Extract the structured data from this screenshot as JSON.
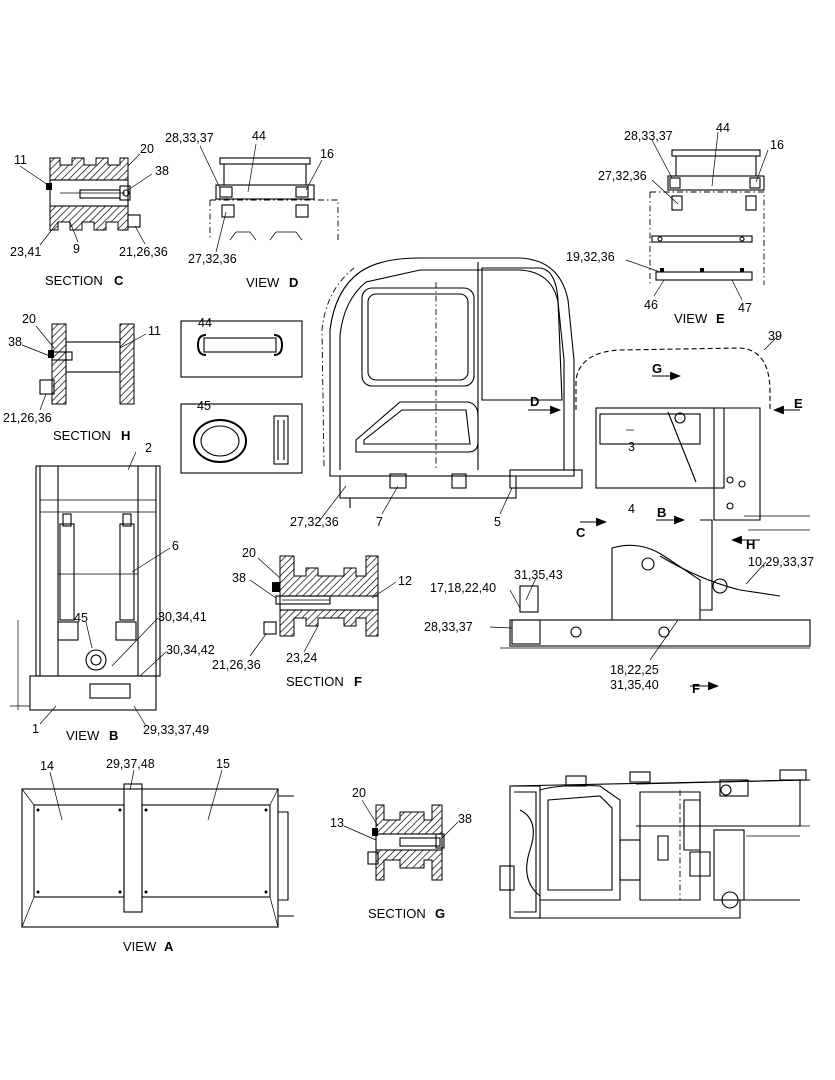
{
  "captions": {
    "section_c": {
      "word": "SECTION",
      "letter": "C"
    },
    "view_d": {
      "word": "VIEW",
      "letter": "D"
    },
    "view_e": {
      "word": "VIEW",
      "letter": "E"
    },
    "section_h": {
      "word": "SECTION",
      "letter": "H"
    },
    "view_b": {
      "word": "VIEW",
      "letter": "B"
    },
    "section_f": {
      "word": "SECTION",
      "letter": "F"
    },
    "view_a": {
      "word": "VIEW",
      "letter": "A"
    },
    "section_g": {
      "word": "SECTION",
      "letter": "G"
    }
  },
  "section_c_labels": [
    "11",
    "20",
    "38",
    "23,41",
    "9",
    "21,26,36"
  ],
  "view_d_labels": [
    "28,33,37",
    "44",
    "16",
    "27,32,36"
  ],
  "view_e_labels": [
    "28,33,37",
    "44",
    "16",
    "27,32,36",
    "19,32,36",
    "46",
    "47"
  ],
  "section_h_labels": [
    "20",
    "11",
    "38",
    "21,26,36"
  ],
  "detail_labels": [
    "44",
    "45"
  ],
  "main_labels": [
    "39",
    "E",
    "D",
    "G",
    "3",
    "4",
    "B",
    "C",
    "H",
    "27,32,36",
    "7",
    "5",
    "10,29,33,37",
    "31,35,43",
    "17,18,22,40",
    "28,33,37",
    "18,22,25",
    "31,35,40",
    "F"
  ],
  "view_b_labels": [
    "2",
    "6",
    "45",
    "30,34,41",
    "30,34,42",
    "1",
    "29,33,37,49"
  ],
  "section_f_labels": [
    "20",
    "12",
    "38",
    "21,26,36",
    "23,24"
  ],
  "view_a_labels": [
    "14",
    "29,37,48",
    "15"
  ],
  "section_g_labels": [
    "20",
    "13",
    "38"
  ]
}
